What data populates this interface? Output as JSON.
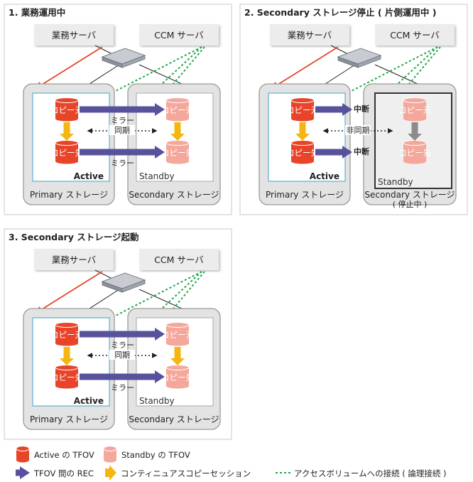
{
  "colors": {
    "active_red": "#e8442a",
    "standby_pink": "#f4a79b",
    "rec_purple": "#58529c",
    "copy_orange": "#f5b614",
    "copy_gray": "#8c8c8c",
    "access_green": "#22a84a",
    "storage_fill": "#e3e3e3",
    "server_fill": "#ececec"
  },
  "labels": {
    "biz_server": "業務サーバ",
    "ccm_server": "CCM サーバ",
    "copy_src": "コピー元",
    "copy_dst": "コピー先",
    "mirror": "ミラー",
    "sync": "同期",
    "async": "非同期",
    "suspend": "中断",
    "active": "Active",
    "standby": "Standby",
    "primary_storage": "Primary ストレージ",
    "secondary_storage": "Secondary ストレージ",
    "stopped": "( 停止中 )"
  },
  "panels": [
    {
      "title": "1. 業務運用中"
    },
    {
      "title": "2. Secondary ストレージ停止 ( 片側運用中 )"
    },
    {
      "title": "3. Secondary ストレージ起動"
    }
  ],
  "legend": {
    "active_tfov": "Active の TFOV",
    "standby_tfov": "Standby の TFOV",
    "rec": "TFOV 間の REC",
    "copy_session": "コンティニュアスコピーセッション",
    "access_path": "アクセスボリュームへの接続 ( 論理接続 )"
  }
}
